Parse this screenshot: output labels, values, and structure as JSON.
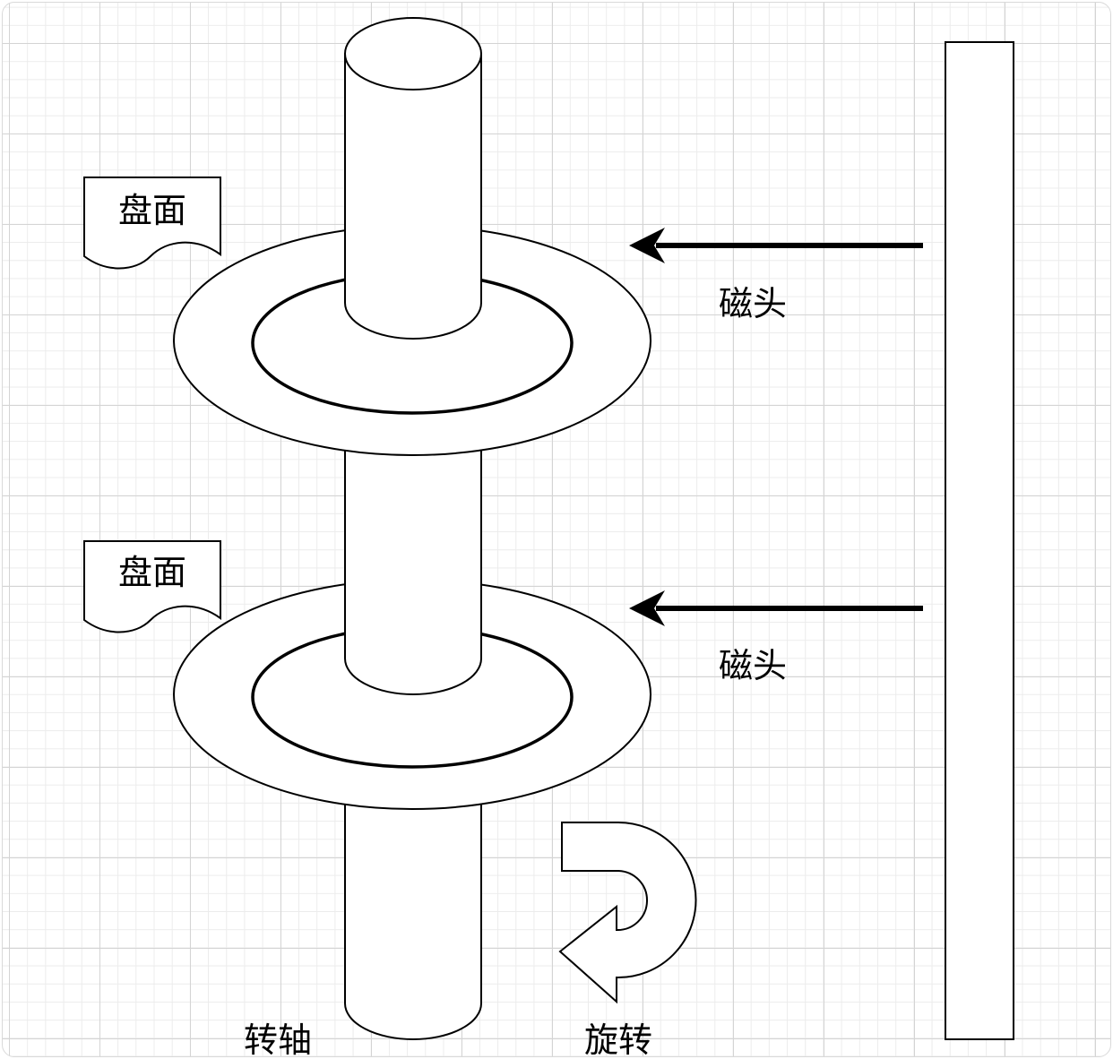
{
  "labels": {
    "platter_top": "盘面",
    "platter_bottom": "盘面",
    "head_top": "磁头",
    "head_bottom": "磁头",
    "spindle": "转轴",
    "rotation": "旋转"
  }
}
